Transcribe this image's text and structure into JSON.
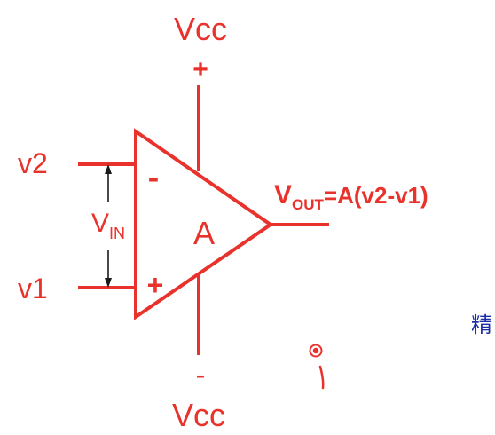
{
  "diagram": {
    "vcc_top": "Vcc",
    "plus_top": "+",
    "vcc_bottom": "Vcc",
    "minus_bottom": "-",
    "input_v2": "v2",
    "input_v1": "v1",
    "minus_input_sign": "-",
    "plus_input_sign": "+",
    "vin_main": "V",
    "vin_sub": "IN",
    "gain": "A",
    "vout_main": "V",
    "vout_sub": "OUT",
    "vout_expr": "=A(v2-v1)",
    "side_char": "精"
  },
  "colors": {
    "wire": "#e8322b",
    "text_red": "#e8322b",
    "text_black": "#1a1a1a",
    "text_blue": "#1b2fa6",
    "pointer_marker": "#e8322b"
  }
}
